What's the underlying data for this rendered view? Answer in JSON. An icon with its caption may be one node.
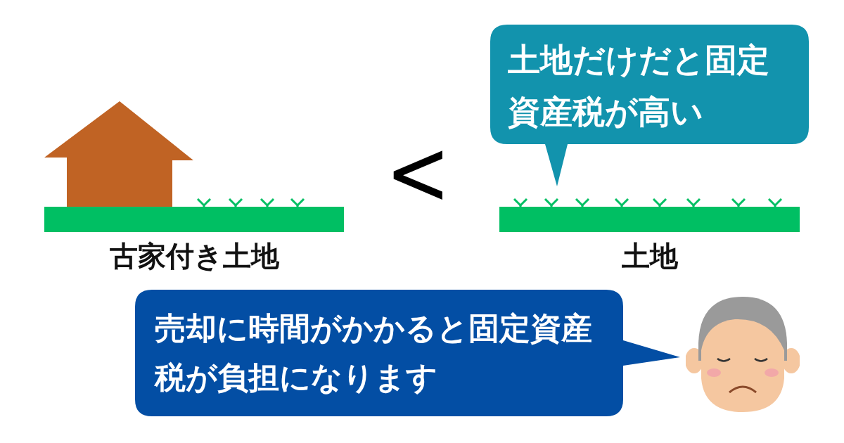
{
  "diagram": {
    "nodes": [
      {
        "text": [
          "古家付き土地"
        ]
      },
      {
        "text": [
          "土地"
        ]
      },
      {
        "text": [
          "土地だけだと固定資産税が高い"
        ]
      },
      {
        "text": [
          "売却に時間がかかると固定資産税が負担になります"
        ]
      }
    ],
    "labels": [
      "<"
    ]
  }
}
